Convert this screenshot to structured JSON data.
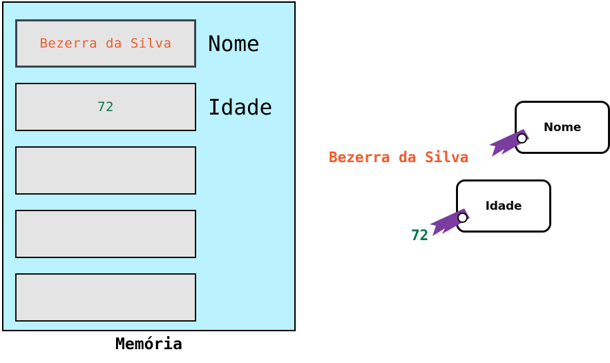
{
  "memory": {
    "caption": "Memória",
    "slots": [
      {
        "value": "Bezerra da Silva",
        "kind": "name",
        "label": "Nome"
      },
      {
        "value": "72",
        "kind": "age",
        "label": "Idade"
      },
      {
        "value": "",
        "kind": "empty",
        "label": ""
      },
      {
        "value": "",
        "kind": "empty",
        "label": ""
      },
      {
        "value": "",
        "kind": "empty",
        "label": ""
      }
    ],
    "labels": [
      {
        "text": "Nome"
      },
      {
        "text": "Idade"
      }
    ]
  },
  "variables": [
    {
      "tag_label": "Nome",
      "value": "Bezerra da Silva"
    },
    {
      "tag_label": "Idade",
      "value": "72"
    }
  ],
  "colors": {
    "panel_background": "#baf2fd",
    "slot_fill": "#e4e4e4",
    "name_text": "#f25a2b",
    "age_text": "#07754a",
    "arrow_purple": "#7a3c9e",
    "outline": "#0a0a0a"
  },
  "icons": {
    "arrow": "pointer-arrow-icon",
    "hole": "tag-hole-icon"
  }
}
